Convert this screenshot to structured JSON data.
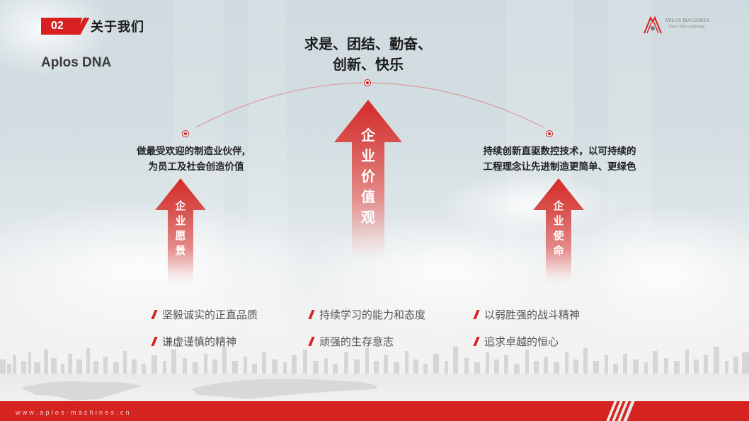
{
  "header": {
    "section_number": "02",
    "section_title": "关于我们",
    "subtitle": "Aplos DNA"
  },
  "logo": {
    "name": "APLOS MACHINES",
    "tagline": "Direct Drive machining",
    "icon": "aplos-logo-icon"
  },
  "values": {
    "text_line1": "求是、团结、勤奋、",
    "text_line2": "创新、快乐",
    "arrow_label": [
      "企",
      "业",
      "价",
      "值",
      "观"
    ]
  },
  "vision": {
    "text_line1": "做最受欢迎的制造业伙伴,",
    "text_line2": "为员工及社会创造价值",
    "arrow_label": [
      "企",
      "业",
      "愿",
      "景"
    ]
  },
  "mission": {
    "text_line1": "持续创新直驱数控技术，以可持续的",
    "text_line2": "工程理念让先进制造更简单、更绿色",
    "arrow_label": [
      "企",
      "业",
      "使",
      "命"
    ]
  },
  "bullets": [
    [
      "坚毅诚实的正直品质",
      "谦虚谨慎的精神"
    ],
    [
      "持续学习的能力和态度",
      "顽强的生存意志"
    ],
    [
      "以弱胜强的战斗精神",
      "追求卓越的恒心"
    ]
  ],
  "footer": {
    "url": "www.aplos-machines.cn"
  },
  "colors": {
    "accent_red": "#d7201f",
    "footer_red": "#d52420",
    "text_dark": "#222222",
    "bullet_text": "#555555"
  }
}
